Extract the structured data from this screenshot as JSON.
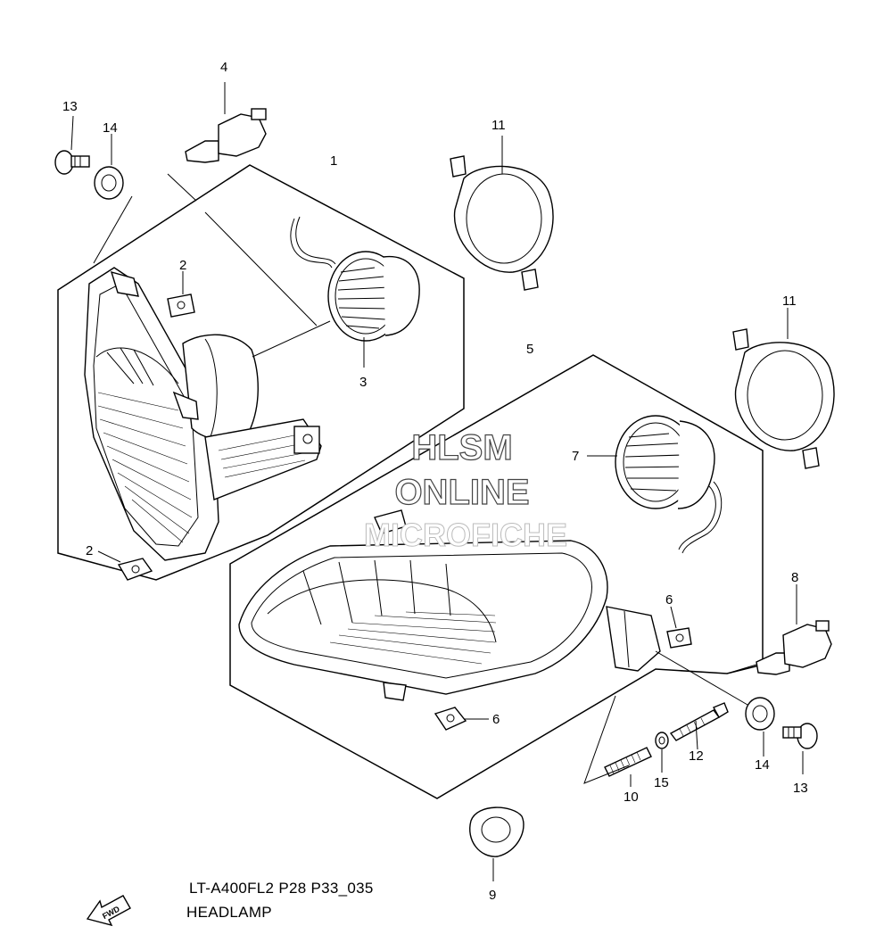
{
  "callouts": [
    {
      "id": "c1",
      "text": "1"
    },
    {
      "id": "c2a",
      "text": "2"
    },
    {
      "id": "c2b",
      "text": "2"
    },
    {
      "id": "c3",
      "text": "3"
    },
    {
      "id": "c4",
      "text": "4"
    },
    {
      "id": "c5",
      "text": "5"
    },
    {
      "id": "c6a",
      "text": "6"
    },
    {
      "id": "c6b",
      "text": "6"
    },
    {
      "id": "c7",
      "text": "7"
    },
    {
      "id": "c8",
      "text": "8"
    },
    {
      "id": "c9",
      "text": "9"
    },
    {
      "id": "c10",
      "text": "10"
    },
    {
      "id": "c11a",
      "text": "11"
    },
    {
      "id": "c11b",
      "text": "11"
    },
    {
      "id": "c12",
      "text": "12"
    },
    {
      "id": "c13a",
      "text": "13"
    },
    {
      "id": "c13b",
      "text": "13"
    },
    {
      "id": "c14a",
      "text": "14"
    },
    {
      "id": "c14b",
      "text": "14"
    },
    {
      "id": "c15",
      "text": "15"
    }
  ],
  "watermark": {
    "line1": "HLSM",
    "line2": "ONLINE",
    "line3": "MICROFICHE"
  },
  "fwd_arrow_label": "FWD",
  "footer": {
    "model_code": "LT-A400FL2 P28 P33_035",
    "section_title": "HEADLAMP"
  }
}
